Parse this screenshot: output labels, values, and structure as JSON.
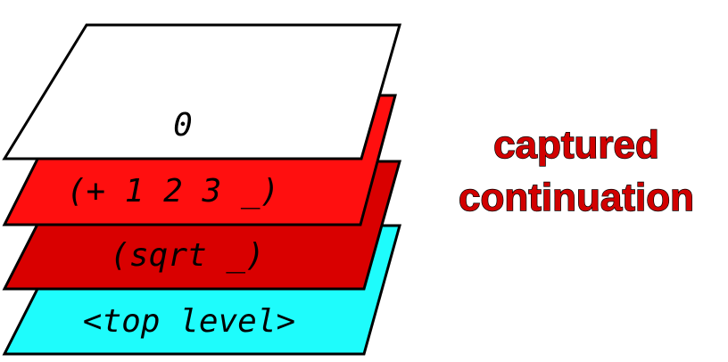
{
  "layers": [
    {
      "label": "<top level>",
      "color": "#1efcfc"
    },
    {
      "label": "(sqrt _)",
      "color": "#d90000"
    },
    {
      "label": "(+ 1 2 3 _)",
      "color": "#ff0f0f"
    },
    {
      "label": "0",
      "color": "#ffffff"
    }
  ],
  "annotation": {
    "line1": "captured",
    "line2": "continuation",
    "color": "#d20000"
  }
}
